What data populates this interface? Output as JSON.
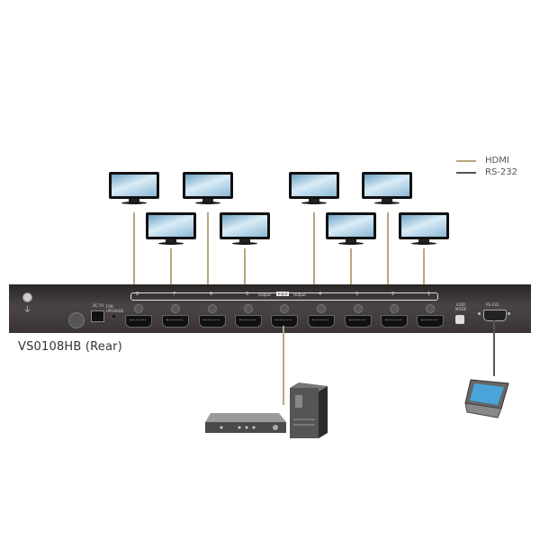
{
  "legend": [
    {
      "label": "HDMI",
      "color": "#b8a77e"
    },
    {
      "label": "RS-232",
      "color": "#555555"
    }
  ],
  "device": {
    "model_label": "VS0108HB (Rear)",
    "strip_numbers_left": [
      "8",
      "7",
      "6",
      "5"
    ],
    "strip_numbers_right": [
      "4",
      "3",
      "2",
      "1"
    ],
    "output_label": "Output",
    "input_label": "Input",
    "rs232_label": "RS-232",
    "dc_label": "DC 5V",
    "fw_label": "F/W UPGRADE",
    "edid_label": "EDID MODE"
  },
  "icons": {
    "ground": "ground-icon",
    "monitor": "monitor-icon",
    "dvd_player": "dvd-player-icon",
    "pc_tower": "pc-tower-icon",
    "touch_panel": "touch-panel-icon"
  }
}
